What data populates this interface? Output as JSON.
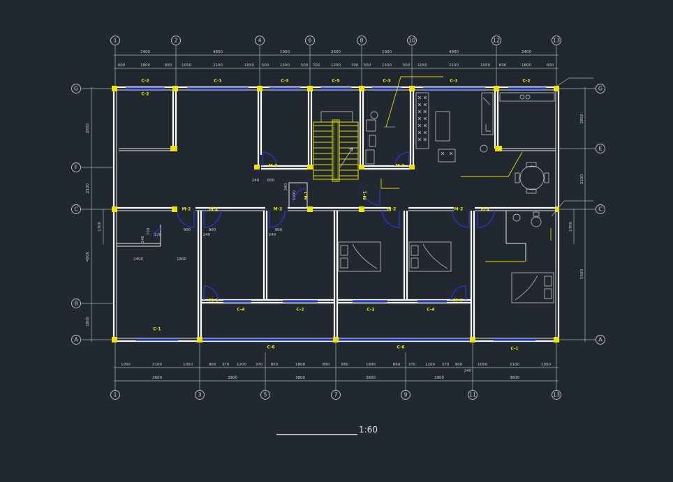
{
  "scale_label": "1:60",
  "axes_top": [
    "1",
    "2",
    "4",
    "6",
    "8",
    "10",
    "12",
    "13"
  ],
  "axes_bottom": [
    "1",
    "3",
    "5",
    "7",
    "9",
    "11",
    "13"
  ],
  "axes_left": [
    "G",
    "F",
    "C",
    "B",
    "A"
  ],
  "axes_right": [
    "G",
    "E",
    "C",
    "A"
  ],
  "dims_top_outer": [
    "2400",
    "4800",
    "1900",
    "2600",
    "1900",
    "4800",
    "2400"
  ],
  "dims_top_inner": [
    "600",
    "1800",
    "600",
    "1050",
    "2100",
    "1050",
    "500",
    "1500",
    "500",
    "700",
    "1200",
    "700",
    "500",
    "1500",
    "500",
    "1050",
    "2100",
    "1050",
    "600",
    "1800",
    "600"
  ],
  "dims_bottom_inner": [
    "1050",
    "2100",
    "1050",
    "900",
    "370",
    "1200",
    "370",
    "850",
    "1800",
    "850",
    "850",
    "1800",
    "850",
    "370",
    "1200",
    "370",
    "900",
    "1050",
    "2100",
    "1050"
  ],
  "dims_bottom_outer": [
    "3600",
    "3900",
    "3800",
    "3800",
    "3900",
    "3600"
  ],
  "dims_left": [
    "2850",
    "2100",
    "1700",
    "4200",
    "1800"
  ],
  "dims_right": [
    "2850",
    "2100",
    "1700",
    "5500"
  ],
  "wall_dims": {
    "d240a": "240",
    "d800": "800",
    "d240b": "240",
    "d1000": "1000",
    "d900a": "900",
    "d900b": "900",
    "d900c": "900",
    "d240c": "240",
    "d240d": "240",
    "d240e": "240",
    "d700": "700",
    "d120": "120",
    "d2400": "2400",
    "d1800": "1800",
    "d240f": "240"
  },
  "windows": {
    "c2_top_left": "C-2",
    "c2_inner": "C-2",
    "c1_top_left": "C-1",
    "c3_top_left": "C-3",
    "c5_top": "C-5",
    "c3_top_right": "C-3",
    "c1_top_right": "C-1",
    "c2_top_right": "C-2",
    "c4_mid_left": "C-4",
    "c2_mid_left": "C-2",
    "c2_mid_right": "C-2",
    "c4_mid_right": "C-4",
    "c1_bot_left": "C-1",
    "c6_bot_left": "C-6",
    "c6_bot_right": "C-6",
    "c1_bot_right": "C-1"
  },
  "doors": {
    "m3_left": "M-3",
    "m3_right": "M-3",
    "m1_left": "M-1",
    "m1_right": "M-1",
    "m2_1": "M-2",
    "m2_2": "M-2",
    "m2_3": "M-2",
    "m2_4": "M-2",
    "m2_5": "M-2",
    "m2_6": "M-2",
    "m4_left": "M-4",
    "m4_right": "M-4"
  },
  "colors": {
    "background": "#212830",
    "wall": "#ffffff",
    "column": "#f0e10a",
    "window": "#1f35c8",
    "label": "#f0e10a"
  }
}
